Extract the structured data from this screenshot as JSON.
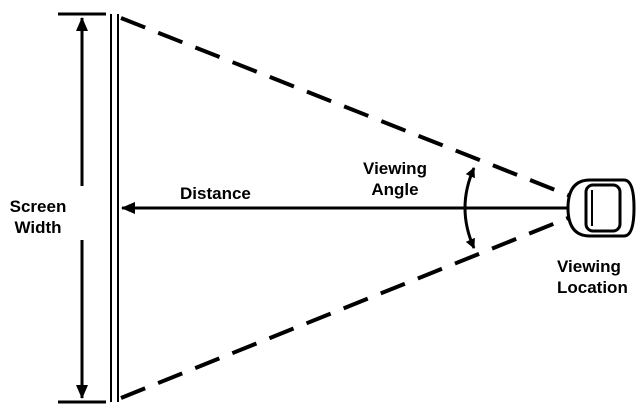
{
  "diagram": {
    "labels": {
      "screen_width": [
        "Screen",
        "Width"
      ],
      "distance": "Distance",
      "viewing_angle": [
        "Viewing",
        "Angle"
      ],
      "viewing_location": [
        "Viewing",
        "Location"
      ]
    },
    "colors": {
      "ink": "#000000",
      "background": "#ffffff"
    }
  }
}
